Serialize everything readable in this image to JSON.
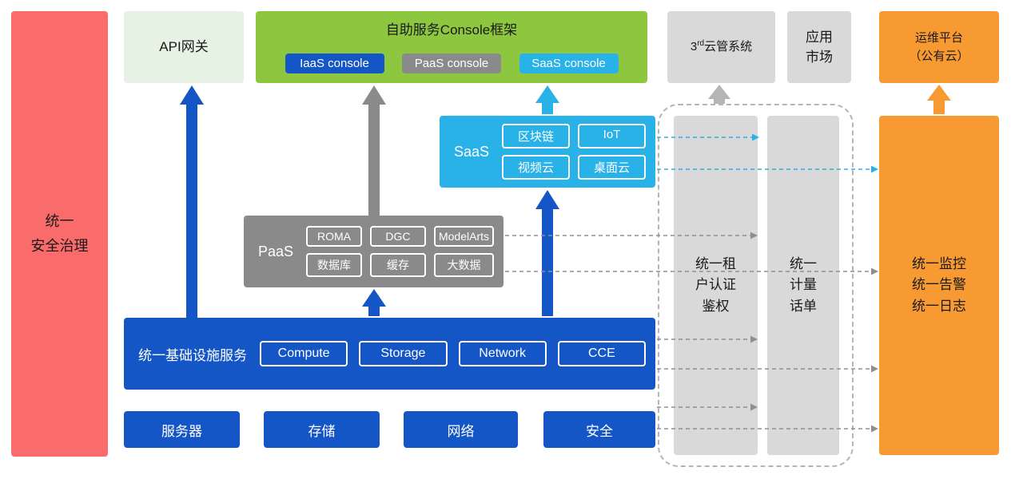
{
  "colors": {
    "accent_red": "#fa6b6b",
    "accent_light_green": "#e6f2e3",
    "accent_green": "#8dc63f",
    "accent_blue": "#1556c7",
    "accent_gray": "#8a8a8a",
    "accent_cyan": "#29b2e8",
    "accent_light_gray": "#d9d9d9",
    "accent_orange": "#f89a32",
    "dashed_border": "#b5b5b5"
  },
  "left_bar": {
    "label": "统一\n安全治理"
  },
  "top_row": {
    "api_gateway": {
      "label": "API网关"
    },
    "console_frame": {
      "title": "自助服务Console框架",
      "consoles": [
        {
          "label": "IaaS console"
        },
        {
          "label": "PaaS console"
        },
        {
          "label": "SaaS console"
        }
      ]
    },
    "third_party_cloud": {
      "prefix": "3",
      "sup": "rd",
      "rest": "云管系统"
    },
    "app_market": {
      "label": "应用\n市场"
    },
    "om_platform": {
      "label": "运维平台\n（公有云）"
    }
  },
  "saas": {
    "label": "SaaS",
    "items": [
      "区块链",
      "IoT",
      "视频云",
      "桌面云"
    ]
  },
  "paas": {
    "label": "PaaS",
    "items": [
      "ROMA",
      "DGC",
      "ModelArts",
      "数据库",
      "缓存",
      "大数据"
    ]
  },
  "infrastructure": {
    "label": "统一基础设施服务",
    "items": [
      "Compute",
      "Storage",
      "Network",
      "CCE"
    ]
  },
  "bottom_row": {
    "items": [
      "服务器",
      "存储",
      "网络",
      "安全"
    ]
  },
  "right_panel": {
    "tenant_auth": {
      "label": "统一租\n户认证\n鉴权"
    },
    "metering": {
      "label": "统一\n计量\n话单"
    },
    "om_bar": {
      "label": "统一监控\n统一告警\n统一日志"
    }
  }
}
